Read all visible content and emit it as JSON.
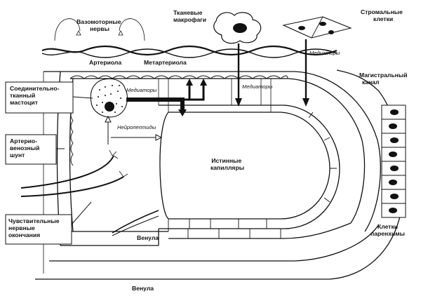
{
  "labels": {
    "vasomotor_nerves": [
      "Вазомоторные",
      "нервы"
    ],
    "tissue_macrophages": [
      "Тканевые",
      "макрофаги"
    ],
    "stromal_cells": [
      "Стромальные",
      "клетки"
    ],
    "mediators_stromal": "Медиаторы",
    "arteriole": "Артериола",
    "metarteriole": "Метартериола",
    "main_channel": [
      "Магистральный",
      "канал"
    ],
    "mast_cell": [
      "Соединительно-",
      "тканный",
      "мастоцит"
    ],
    "mediators_mast": "Медиаторы",
    "mediators_macrophage": "Медиаторы",
    "neuropeptides": "Нейропептиды",
    "av_shunt": [
      "Артерио-",
      "венозный",
      "шунт"
    ],
    "true_capillaries": [
      "Истинные",
      "капилляры"
    ],
    "sensory_nerve_endings": [
      "Чувствительные",
      "нервные",
      "окончания"
    ],
    "venule_inner": "Венула",
    "venule_bottom": "Венула",
    "parenchyma_cells": [
      "Клетки",
      "паренхимы"
    ]
  },
  "colors": {
    "ink": "#111111",
    "background": "#ffffff"
  }
}
